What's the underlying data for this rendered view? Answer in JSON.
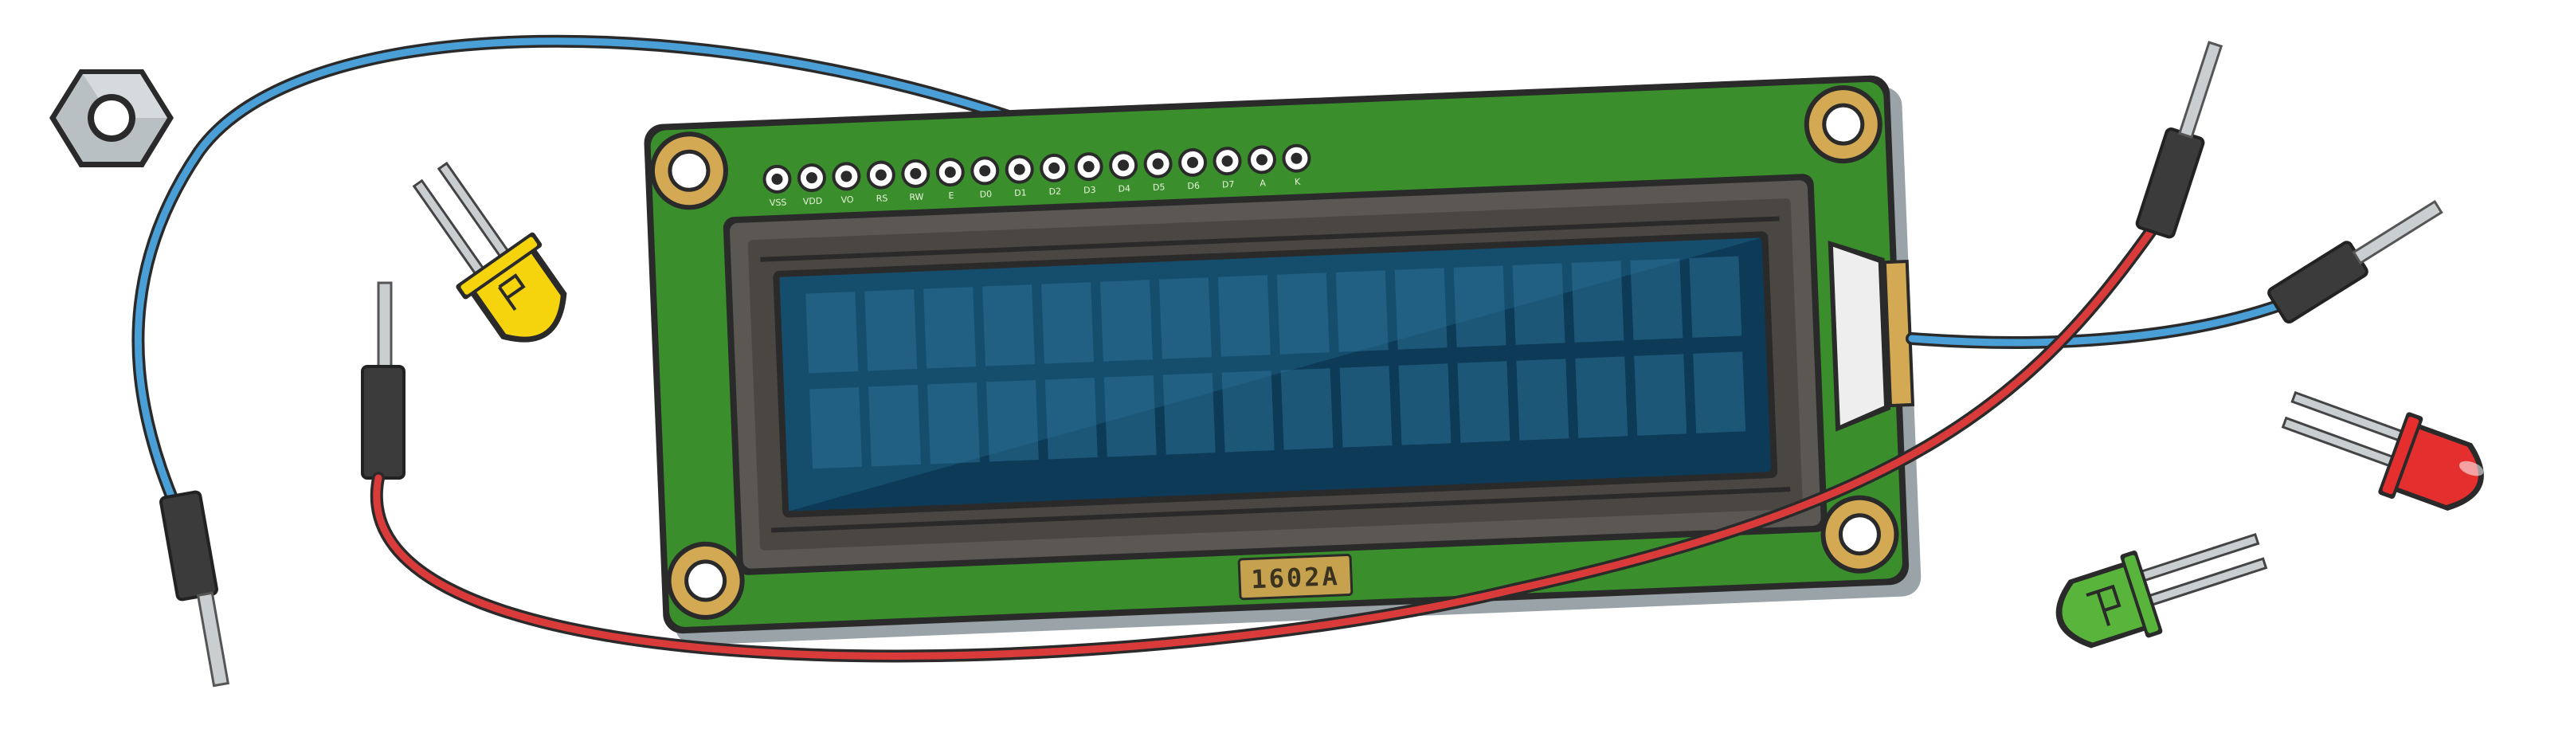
{
  "illustration": {
    "lcd_model": "1602A",
    "pin_labels": [
      "VSS",
      "VDD",
      "VO",
      "RS",
      "RW",
      "E",
      "D0",
      "D1",
      "D2",
      "D3",
      "D4",
      "D5",
      "D6",
      "D7",
      "A",
      "K"
    ],
    "display": {
      "rows": 2,
      "columns": 16
    },
    "parts": {
      "board": "lcd-module",
      "hex_nut": "hex-nut",
      "leds": [
        "yellow",
        "red",
        "green"
      ],
      "wires": [
        "blue",
        "red",
        "blue"
      ]
    },
    "colors": {
      "pcb": "#3a8f2c",
      "pcb_shadow": "#9aa3a8",
      "bezel": "#5b5853",
      "screen": "#0d3a56",
      "screen_highlight": "#1e5e82",
      "pixel_cell": "#2c6f95",
      "pad": "#d4a954",
      "wire_blue": "#4a9fd6",
      "wire_red": "#d93a3a",
      "led_yellow": "#f5d40e",
      "led_red": "#e52f2f",
      "led_green": "#58b43a",
      "outline": "#2a2a2a",
      "pin_metal": "#c9ced1"
    }
  }
}
